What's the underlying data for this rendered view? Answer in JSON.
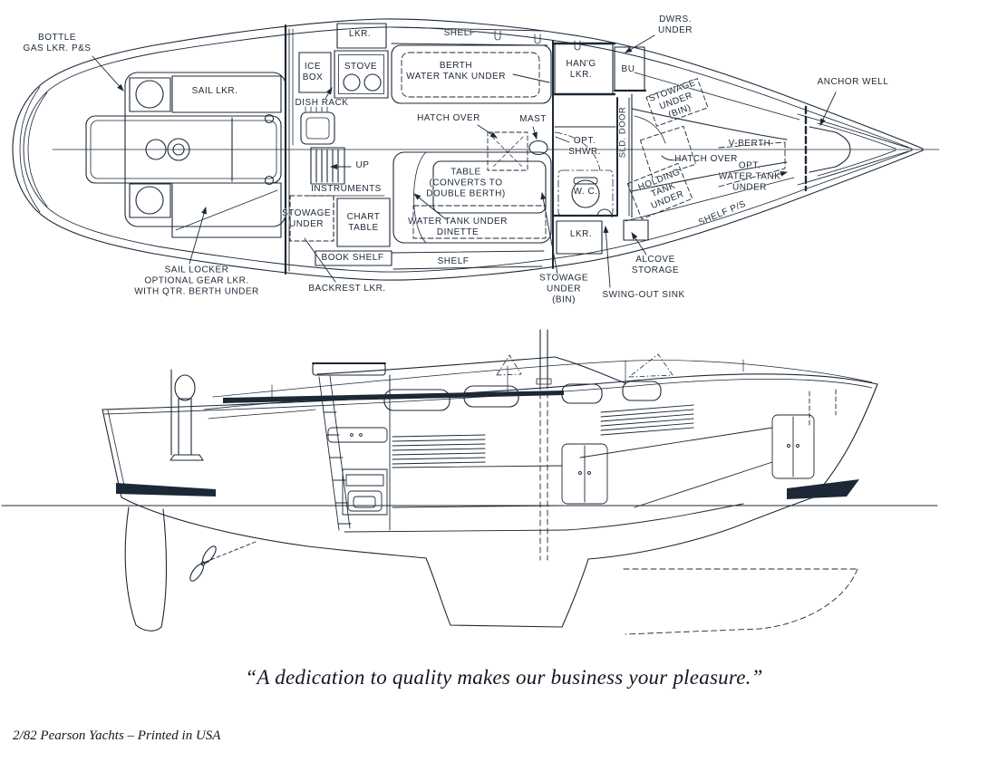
{
  "colors": {
    "ink": "#1c2836",
    "paper": "#ffffff"
  },
  "plan": {
    "bottle_gas": "BOTTLE\nGAS LKR. P&S",
    "sail_lkr": "SAIL LKR.",
    "lkr_galley": "LKR.",
    "ice_box": "ICE\nBOX",
    "stove": "STOVE",
    "dish_rack": "DISH RACK",
    "shelf_port": "SHELF",
    "berth_water_tank": "BERTH\nWATER TANK UNDER",
    "hatch_over_main": "HATCH OVER",
    "mast": "MAST",
    "up": "UP",
    "instruments": "INSTRUMENTS",
    "stowage_under_nav": "STOWAGE\nUNDER",
    "chart_table": "CHART\nTABLE",
    "book_shelf": "BOOK SHELF",
    "table_converts": "TABLE\n(CONVERTS TO\nDOUBLE BERTH)",
    "water_tank_dinette": "WATER TANK UNDER\nDINETTE",
    "shelf_dinette": "SHELF",
    "opt_shwr": "OPT.\nSHWR.",
    "wc": "W. C.",
    "lkr_head": "LKR.",
    "sld_door": "SLD. DOOR",
    "dwrs_under": "DWRS.\nUNDER",
    "bu": "BU",
    "hang_lkr": "HAN'G\nLKR.",
    "stowage_bin_fwd": "STOWAGE\nUNDER\n(BIN)",
    "v_berth": "V-BERTH",
    "hatch_over_fwd": "HATCH OVER",
    "opt_water_tank": "OPT.\nWATER TANK\nUNDER",
    "holding_tank": "HOLDING\nTANK\nUNDER",
    "shelf_ps": "SHELF P/S",
    "anchor_well": "ANCHOR WELL",
    "alcove_storage": "ALCOVE\nSTORAGE",
    "stowage_bin_aft": "STOWAGE\nUNDER\n(BIN)",
    "swing_out_sink": "SWING-OUT SINK",
    "sail_locker_note": "SAIL LOCKER\nOPTIONAL GEAR LKR.\nWITH QTR. BERTH UNDER",
    "backrest_lkr": "BACKREST LKR."
  },
  "footer": {
    "quote": "“A dedication to quality makes our business your pleasure.”",
    "credit": "2/82 Pearson Yachts – Printed in USA"
  }
}
